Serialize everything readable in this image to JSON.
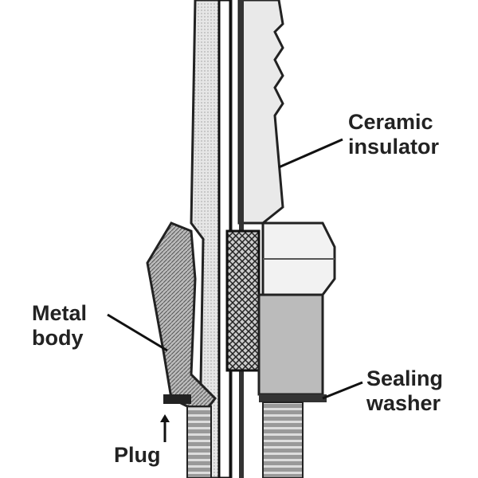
{
  "labels": {
    "ceramic": [
      "Ceramic",
      "insulator"
    ],
    "metal": [
      "Metal",
      "body"
    ],
    "sealing": [
      "Sealing",
      "washer"
    ],
    "plug": "Plug"
  }
}
